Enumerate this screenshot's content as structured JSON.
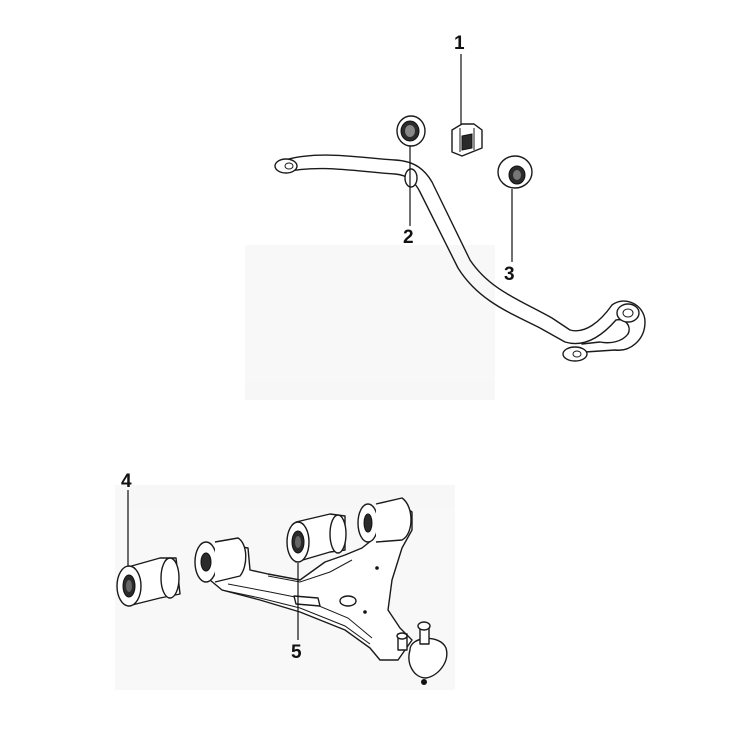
{
  "diagram": {
    "parts": [
      {
        "id": "1",
        "label": "1"
      },
      {
        "id": "2",
        "label": "2"
      },
      {
        "id": "3",
        "label": "3"
      },
      {
        "id": "4",
        "label": "4"
      },
      {
        "id": "5",
        "label": "5"
      }
    ]
  }
}
